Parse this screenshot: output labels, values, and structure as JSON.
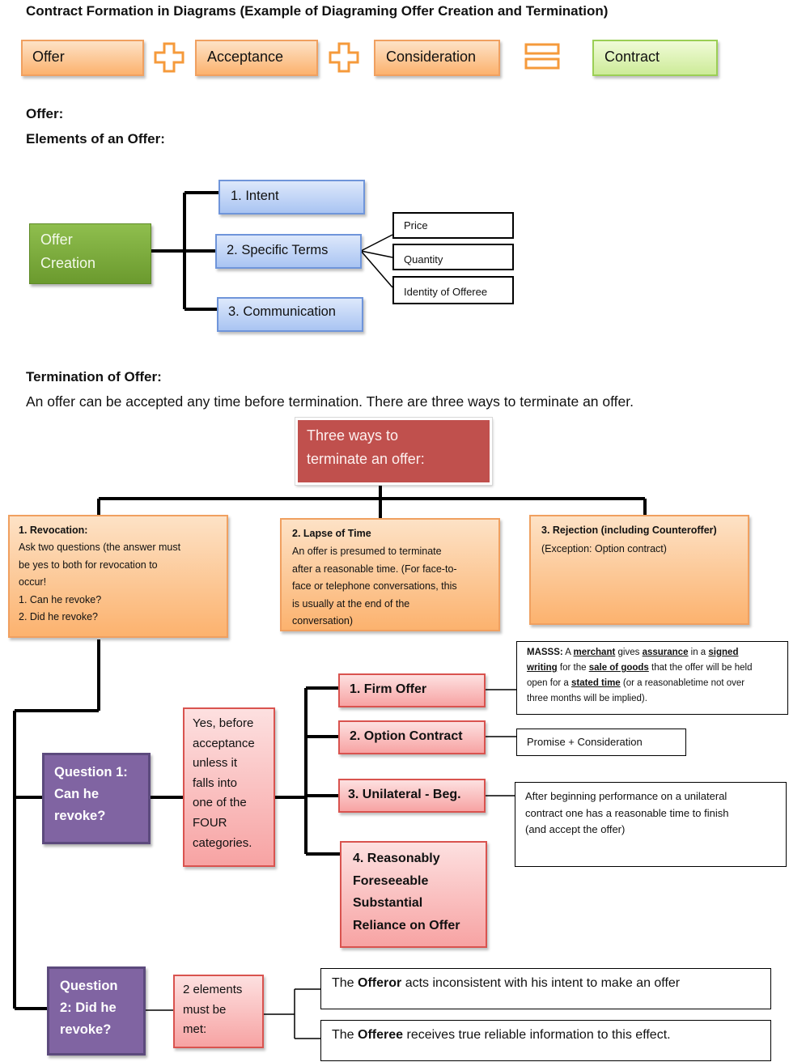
{
  "header": {
    "title": "Contract Formation  in Diagrams (Example of Diagraming Offer  Creation and Termination)"
  },
  "equation": {
    "offer": "Offer",
    "acceptance": "Acceptance",
    "consideration": "Consideration",
    "contract": "Contract"
  },
  "offer_section": {
    "heading": "Offer:",
    "subheading": "Elements of an Offer:",
    "root_line1": "Offer",
    "root_line2": "Creation",
    "elements": [
      "1. Intent",
      "2. Specific Terms",
      "3. Communication"
    ],
    "terms": [
      "Price",
      "Quantity",
      "Identity of Offeree"
    ]
  },
  "termination_section": {
    "heading": "Termination of Offer:",
    "intro": "An offer can be accepted any time before termination. There are three ways to terminate an offer.",
    "root_line1": "Three ways to",
    "root_line2": "terminate an offer:",
    "revocation": {
      "title": "1. Revocation:",
      "lines": [
        "Ask two questions (the answer must",
        "be yes to both for revocation to",
        "occur!",
        "1. Can he revoke?",
        "2. Did he revoke?"
      ]
    },
    "lapse": {
      "title": "2.  Lapse of Time",
      "lines": [
        "An offer is presumed to terminate",
        "after a reasonable time. (For face-to-",
        "face or telephone conversations, this",
        "is usually at the end of the",
        "conversation)"
      ]
    },
    "rejection": {
      "title": "3.  Rejection (including Counteroffer)",
      "lines": [
        "(Exception: Option contract)"
      ]
    }
  },
  "question1": {
    "line1": "Question 1:",
    "line2": "Can he",
    "line3": "revoke?",
    "answer_lines": [
      "Yes, before",
      "acceptance",
      "unless it",
      "falls into",
      "one of the",
      "FOUR",
      "categories."
    ],
    "categories": {
      "firm_offer": "1. Firm Offer",
      "option_contract": "2. Option Contract",
      "unilateral": "3. Unilateral - Beg.",
      "reliance_lines": [
        "4. Reasonably",
        "Foreseeable",
        "Substantial",
        "Reliance on Offer"
      ]
    },
    "masss": {
      "label": "MASSS:",
      "t1": " A ",
      "merchant": "merchant",
      "t2": " gives ",
      "assurance": "assurance",
      "t3": " in a ",
      "signed": "signed",
      "writing": "writing",
      "t4": " for the ",
      "sale_of_goods": "sale of goods",
      "t5": " that the offer will be held",
      "t6": "open for a ",
      "stated_time": "stated time",
      "t7": " (or a reasonabletime not over",
      "t8": "three months will be implied)."
    },
    "promise": "Promise + Consideration",
    "unilateral_lines": [
      "After beginning performance on a unilateral",
      "contract one has a reasonable time to finish",
      "(and accept the offer)"
    ]
  },
  "question2": {
    "line1": "Question",
    "line2": "2:  Did he",
    "line3": "revoke?",
    "elements_lines": [
      "2 elements",
      "must be",
      "met:"
    ],
    "offeror": {
      "pre": "The ",
      "bold": "Offeror",
      "post": " acts inconsistent with his intent to make an offer"
    },
    "offeree": {
      "pre": "The ",
      "bold": "Offeree",
      "post": " receives true reliable information to this effect."
    }
  },
  "colors": {
    "orange_fill": "#fcb26e",
    "green_contract": "#cdeb98",
    "blue_fill": "#a9c4f2",
    "green_root": "#77a836",
    "red_root": "#c0504d",
    "pink_fill": "#f7a3a3",
    "purple": "#8064a2",
    "operator": "#f59a3b"
  }
}
